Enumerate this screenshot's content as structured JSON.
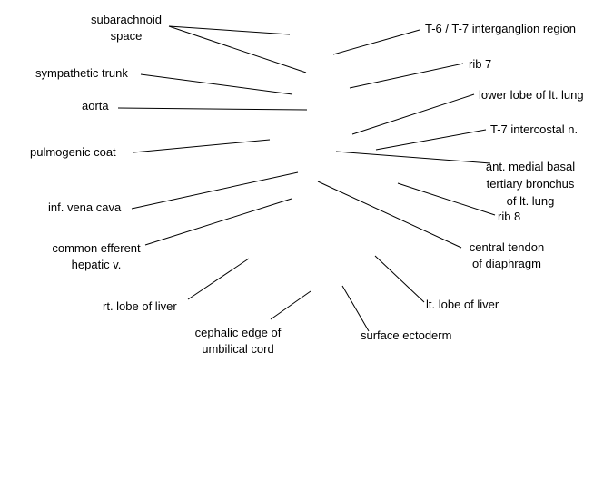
{
  "labels": {
    "subarachnoid_space": [
      "subarachnoid",
      "space"
    ],
    "t6_t7_interganglion": "T-6 / T-7 interganglion region",
    "sympathetic_trunk": "sympathetic trunk",
    "rib_7": "rib 7",
    "aorta": "aorta",
    "lower_lobe_lt_lung": "lower lobe of lt. lung",
    "t7_intercostal": "T-7 intercostal n.",
    "pulmogenic_coat": "pulmogenic coat",
    "ant_medial_basal": [
      "ant. medial basal",
      "tertiary bronchus",
      "of lt. lung"
    ],
    "inf_vena_cava": "inf. vena cava",
    "rib_8": "rib 8",
    "common_efferent_hepatic": [
      "common efferent",
      "hepatic v."
    ],
    "central_tendon": [
      "central tendon",
      "of diaphragm"
    ],
    "rt_lobe_liver": "rt. lobe of liver",
    "lt_lobe_liver": "lt. lobe of liver",
    "cephalic_edge": [
      "cephalic edge of",
      "umbilical cord"
    ],
    "surface_ectoderm": "surface ectoderm"
  },
  "colors": {
    "line": "#000000",
    "text": "#000000",
    "background": "#ffffff"
  }
}
